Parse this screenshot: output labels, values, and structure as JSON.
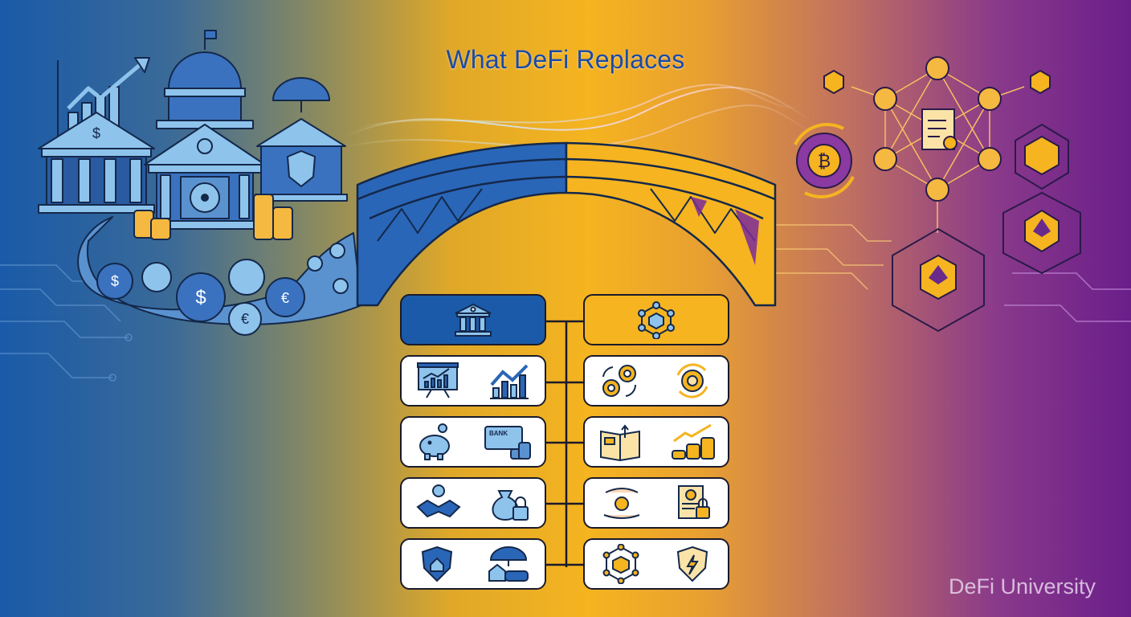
{
  "title": "What DeFi Replaces",
  "watermark": "DeFi University",
  "colors": {
    "traditional_blue": "#1a5aa8",
    "traditional_light": "#8ec3ec",
    "defi_gold": "#f5b420",
    "defi_purple": "#6a1e8a",
    "outline": "#1a1a2a"
  },
  "comparison": {
    "left_header_icon": "bank-building-icon",
    "right_header_icon": "blockchain-node-icon",
    "rows": [
      {
        "left": [
          "presentation-chart-icon",
          "growth-chart-icon"
        ],
        "right": [
          "gears-exchange-icon",
          "coin-gear-cycle-icon"
        ]
      },
      {
        "left": [
          "piggy-bank-icon",
          "bank-card-coins-icon"
        ],
        "right": [
          "open-ledger-icon",
          "coin-stacks-growth-icon"
        ]
      },
      {
        "left": [
          "handshake-loan-icon",
          "money-bag-lock-icon"
        ],
        "right": [
          "hand-coin-icon",
          "smart-contract-lock-icon"
        ]
      },
      {
        "left": [
          "home-shield-icon",
          "umbrella-insurance-icon"
        ],
        "right": [
          "blockchain-cube-icon",
          "lightning-shield-icon"
        ]
      }
    ],
    "bank_card_text": "BANK"
  }
}
